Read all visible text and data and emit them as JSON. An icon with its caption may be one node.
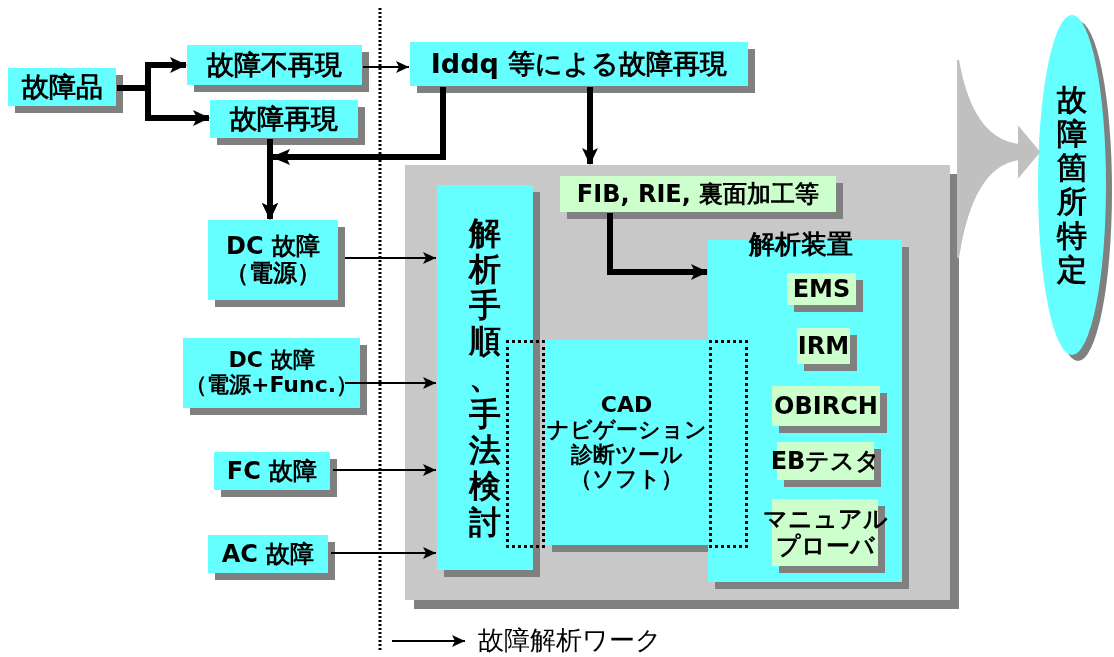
{
  "diagram": {
    "nodes": [
      {
        "text": [
          "故障品"
        ]
      },
      {
        "text": [
          "故障不再現"
        ]
      },
      {
        "text": [
          "故障再現"
        ]
      },
      {
        "text": [
          "Iddq 等による故障再現"
        ]
      },
      {
        "text": [],
        "shape": "box"
      },
      {
        "text": [
          "FIB, RIE, 裏面加工等"
        ],
        "in": 4
      },
      {
        "text": [
          "解析手順、手法検討"
        ],
        "in": 4
      },
      {
        "text": [
          "CADナビゲーション診断ツール（ソフト）"
        ],
        "in": 4
      },
      {
        "text": [
          "解析装置"
        ],
        "in": 4
      },
      {
        "text": [
          "EMS"
        ],
        "in": 8
      },
      {
        "text": [
          "IRM"
        ],
        "in": 8
      },
      {
        "text": [
          "OBIRCH"
        ],
        "in": 8
      },
      {
        "text": [
          "EBテスタ"
        ],
        "in": 8
      },
      {
        "text": [
          "マニュアルプローバ"
        ],
        "in": 8
      },
      {
        "text": [
          "DC 故障（電源）"
        ]
      },
      {
        "text": [
          "DC 故障（電源+Func.）"
        ]
      },
      {
        "text": [
          "FC 故障"
        ]
      },
      {
        "text": [
          "AC 故障"
        ]
      },
      {
        "text": [
          "故障箇所特定"
        ]
      },
      {
        "text": [],
        "shape": "box",
        "in": 4
      },
      {
        "text": [],
        "shape": "box",
        "in": 8
      }
    ],
    "edges": [
      {
        "from": 0,
        "to": 1,
        "arrow": "to"
      },
      {
        "from": 0,
        "to": 2,
        "arrow": "to"
      },
      {
        "from": 1,
        "to": 3,
        "arrow": "to"
      },
      {
        "from": 3,
        "to": 14,
        "arrow": "to"
      },
      {
        "from": 2,
        "to": 14,
        "arrow": "to"
      },
      {
        "from": 3,
        "to": 4,
        "arrow": "to"
      },
      {
        "from": 5,
        "to": 8,
        "arrow": "to"
      },
      {
        "from": 14,
        "to": 6,
        "arrow": "to"
      },
      {
        "from": 15,
        "to": 6,
        "arrow": "to"
      },
      {
        "from": 16,
        "to": 6,
        "arrow": "to"
      },
      {
        "from": 17,
        "to": 6,
        "arrow": "to"
      },
      {
        "from": 4,
        "to": 18,
        "arrow": "to",
        "color": "#c0c0c0"
      }
    ],
    "legend": [
      {
        "text": "故障解析ワーク"
      }
    ]
  }
}
